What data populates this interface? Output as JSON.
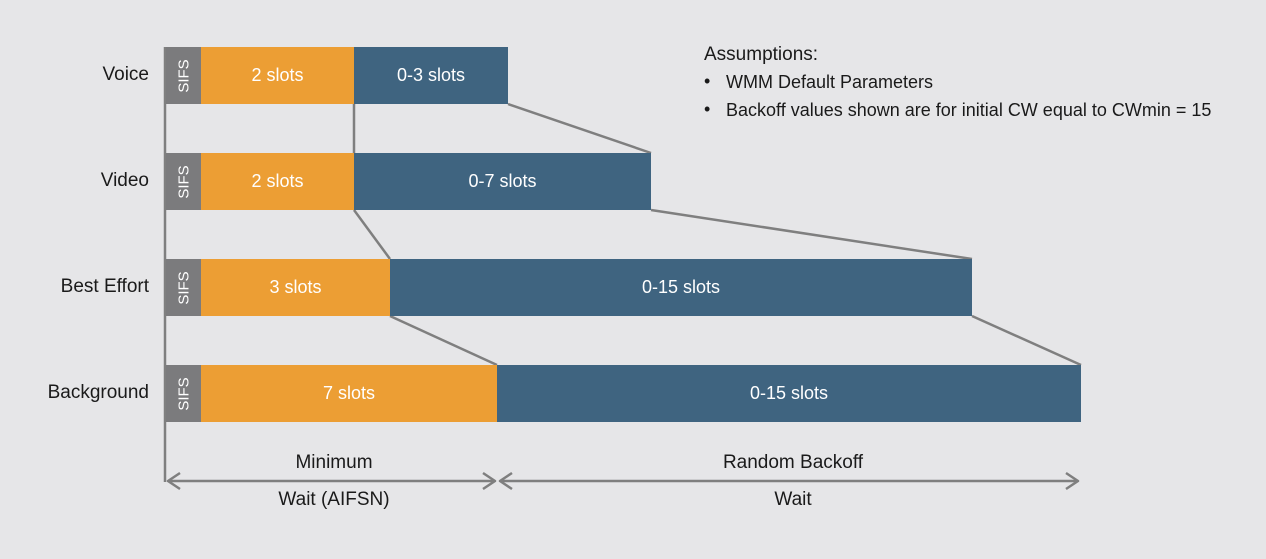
{
  "assumptions": {
    "title": "Assumptions:",
    "bullets": [
      "WMM Default Parameters",
      "Backoff values shown are for initial CW equal to CWmin = 15"
    ]
  },
  "rows": [
    {
      "category": "Voice",
      "sifs": "SIFS",
      "aifs_label": "2 slots",
      "backoff_label": "0-3 slots",
      "aifs_slots": 2,
      "backoff_max_slots": 3
    },
    {
      "category": "Video",
      "sifs": "SIFS",
      "aifs_label": "2 slots",
      "backoff_label": "0-7 slots",
      "aifs_slots": 2,
      "backoff_max_slots": 7
    },
    {
      "category": "Best Effort",
      "sifs": "SIFS",
      "aifs_label": "3 slots",
      "backoff_label": "0-15 slots",
      "aifs_slots": 3,
      "backoff_max_slots": 15
    },
    {
      "category": "Background",
      "sifs": "SIFS",
      "aifs_label": "7 slots",
      "backoff_label": "0-15 slots",
      "aifs_slots": 7,
      "backoff_max_slots": 15
    }
  ],
  "axis": {
    "minimum_top": "Minimum",
    "minimum_bottom": "Wait (AIFSN)",
    "backoff_top": "Random Backoff",
    "backoff_bottom": "Wait"
  },
  "colors": {
    "sifs": "#7b7b7d",
    "aifs": "#ec9e34",
    "backoff": "#3f6480",
    "connector": "#7f7f7f",
    "background": "#e6e6e8"
  }
}
